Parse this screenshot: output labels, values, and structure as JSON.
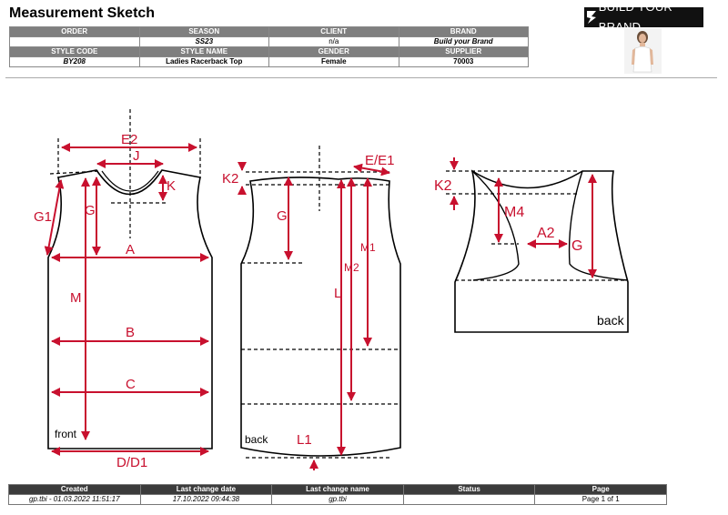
{
  "page": {
    "title": "Measurement Sketch"
  },
  "brand_logo": {
    "text": "BUILD YOUR BRAND"
  },
  "header": {
    "labels_row1": [
      "ORDER",
      "SEASON",
      "CLIENT",
      "BRAND"
    ],
    "values_row1": [
      "",
      "SS23",
      "n/a",
      "Build your Brand"
    ],
    "labels_row2": [
      "STYLE CODE",
      "STYLE NAME",
      "GENDER",
      "SUPPLIER"
    ],
    "values_row2": [
      "BY208",
      "Ladies Racerback Top",
      "Female",
      "70003"
    ]
  },
  "sketch": {
    "front": {
      "points": [
        "E2",
        "J",
        "K",
        "G1",
        "G",
        "A",
        "M",
        "B",
        "C",
        "D/D1"
      ],
      "caption": "front"
    },
    "back": {
      "points": [
        "E/E1",
        "K2",
        "G",
        "M1",
        "M2",
        "L",
        "L1"
      ],
      "caption": "back"
    },
    "back_detail": {
      "points": [
        "K2",
        "M4",
        "A2",
        "G"
      ],
      "caption": "back"
    },
    "colors": {
      "measure": "#c8102e",
      "outline": "#000000"
    }
  },
  "footer": {
    "labels": [
      "Created",
      "Last change date",
      "Last change name",
      "Status",
      "Page"
    ],
    "values": [
      "gp.tbi - 01.03.2022 11:51:17",
      "17.10.2022 09:44:38",
      "gp.tbi",
      "",
      "Page 1 of 1"
    ]
  }
}
